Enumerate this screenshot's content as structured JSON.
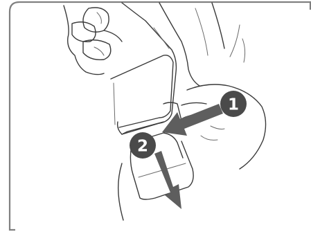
{
  "steps": [
    {
      "number": "1",
      "direction": "left-diagonal"
    },
    {
      "number": "2",
      "direction": "down"
    }
  ],
  "colors": {
    "frame": "#808080",
    "arrow": "#5e5e5e",
    "marker": "#4a4a4a",
    "marker_text": "#ffffff",
    "line_art": "#3a3a3a"
  }
}
